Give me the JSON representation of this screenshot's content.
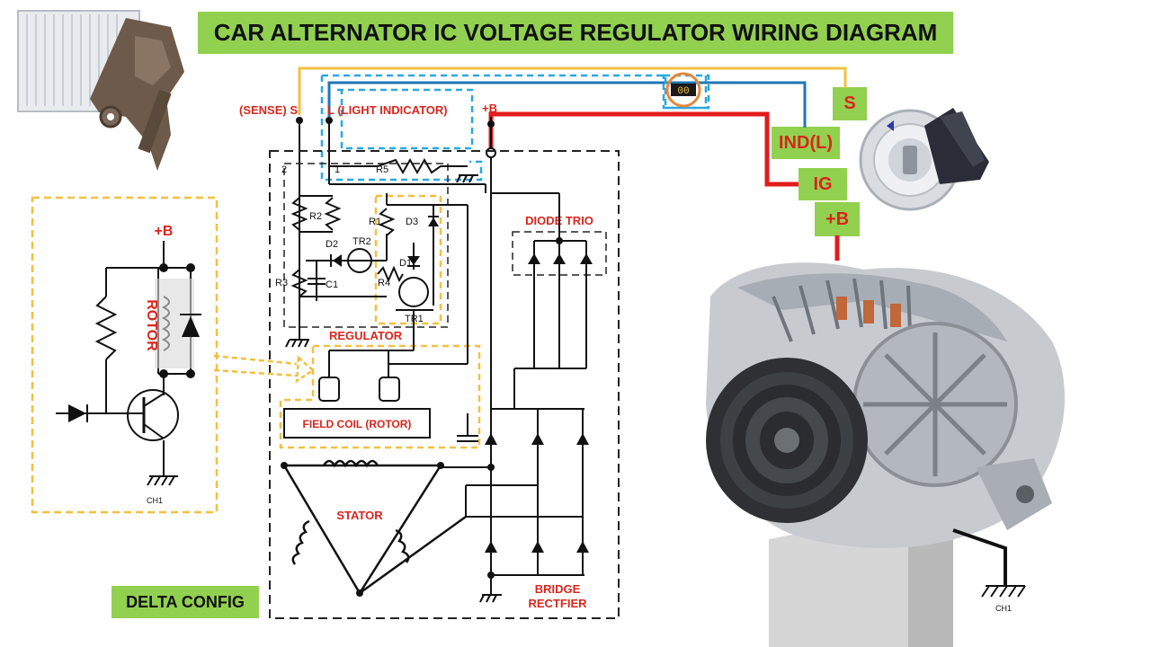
{
  "title": "CAR ALTERNATOR IC VOLTAGE REGULATOR WIRING DIAGRAM",
  "terminals": {
    "sense": "(SENSE) S",
    "light": "L (LIGHT INDICATOR)",
    "battery": "+B"
  },
  "switch_tags": {
    "s": "S",
    "ind": "IND(L)",
    "ig": "IG",
    "b": "+B"
  },
  "regulator": {
    "label": "REGULATOR",
    "components": {
      "r1": "R1",
      "r2": "R2",
      "r3": "R3",
      "r4": "R4",
      "r5": "R5",
      "d1": "D1",
      "d2": "D2",
      "d3": "D3",
      "tr1": "TR1",
      "tr2": "TR2",
      "c1": "C1",
      "t1": "1",
      "t2": "2"
    }
  },
  "field_coil_label": "FIELD COIL (ROTOR)",
  "stator_label": "STATOR",
  "diode_trio_label": "DIODE  TRIO",
  "bridge_label": [
    "BRIDGE",
    "RECTFIER"
  ],
  "delta_label": "DELTA CONFIG",
  "inset": {
    "b_label": "+B",
    "rotor_label": "ROTOR",
    "ground_label": "CH1"
  },
  "alternator_ground_label": "CH1",
  "lamp_label": "00",
  "colors": {
    "tag_green": "#92d050",
    "label_red": "#d9261c",
    "wire_yellow": "#f2c040",
    "wire_blue": "#1f77b4",
    "wire_cyan_dash": "#29a8e0",
    "wire_red": "#e31b1b",
    "highlight_orange": "#f0b13a"
  },
  "icons": [
    "regulator-photo",
    "ignition-switch-icon",
    "alternator-photo",
    "ground-icon",
    "lamp-icon"
  ]
}
